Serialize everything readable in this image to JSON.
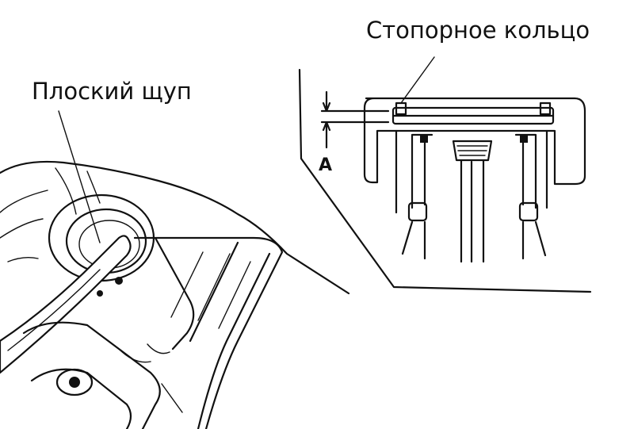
{
  "labels": {
    "retaining_ring": "Стопорное кольцо",
    "feeler_gauge": "Плоский щуп",
    "gap_marker": "A"
  },
  "colors": {
    "ink": "#111111",
    "paper": "#ffffff"
  }
}
